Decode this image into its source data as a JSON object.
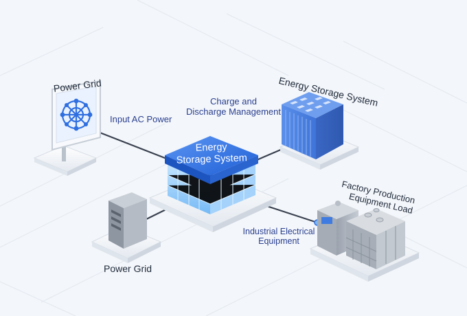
{
  "diagram": {
    "nodes": {
      "power_grid_top": {
        "label": "Power Grid",
        "icon": "power-grid-network-icon"
      },
      "power_grid_bottom": {
        "label": "Power Grid",
        "icon": "server-cabinet-icon"
      },
      "core": {
        "line1": "Energy",
        "line2": "Storage System",
        "icon": "energy-storage-core-icon"
      },
      "storage_container": {
        "label": "Energy Storage System",
        "icon": "battery-container-icon"
      },
      "factory": {
        "line1": "Factory Production",
        "line2": "Equipment Load",
        "icon": "factory-equipment-icon"
      }
    },
    "edge_labels": {
      "input_ac": "Input AC Power",
      "charge_mgmt_1": "Charge and",
      "charge_mgmt_2": "Discharge Management",
      "industrial_1": "Industrial Electrical",
      "industrial_2": "Equipment"
    },
    "colors": {
      "background": "#f3f6fa",
      "accent_blue": "#2f6fe0",
      "container_blue": "#4f86e6",
      "cable": "#3a4250",
      "label_dark": "#1f2a3a",
      "label_blue": "#2a3f8f"
    }
  }
}
